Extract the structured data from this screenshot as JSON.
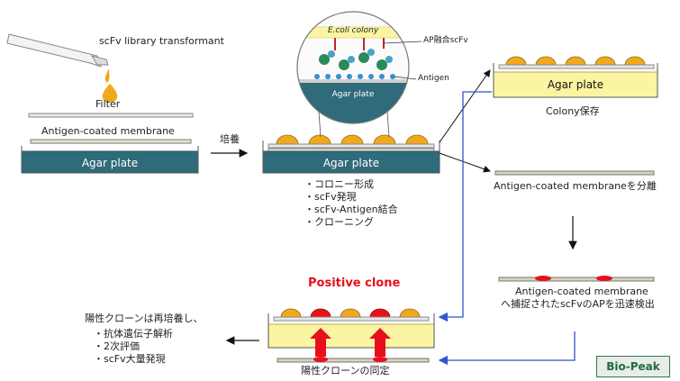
{
  "step1": {
    "transformant_label": "scFv library transformant",
    "filter_label": "Filter",
    "membrane_label": "Antigen-coated membrane",
    "plate_label": "Agar plate"
  },
  "step2": {
    "culture_label": "培養",
    "plate_label": "Agar plate",
    "inset": {
      "colony_label": "E.coli colony",
      "ap_label": "AP融合scFv",
      "antigen_label": "Antigen",
      "plate_label": "Agar plate"
    },
    "bullets": [
      "コロニー形成",
      "scFv発現",
      "scFv-Antigen結合",
      "クローニング"
    ]
  },
  "step3": {
    "plate_label": "Agar plate",
    "storage_label": "Colony保存",
    "separate_label": "Antigen-coated membraneを分離",
    "detect_line1": "Antigen-coated membrane",
    "detect_line2": "へ捕捉されたscFvのAPを迅速検出"
  },
  "step4": {
    "positive_label": "Positive clone",
    "identify_label": "陽性クローンの同定"
  },
  "step5": {
    "recultivate_label": "陽性クローンは再培養し、",
    "bullets": [
      "抗体遺伝子解析",
      "2次評価",
      "scFv大量発現"
    ]
  },
  "logo": "Bio-Peak",
  "colors": {
    "agar_dark": "#2f6b7a",
    "agar_yellow": "#fbf5a3",
    "colony": "#f2a81c",
    "positive_red": "#e8101a",
    "arrow_blue": "#3355cc"
  }
}
